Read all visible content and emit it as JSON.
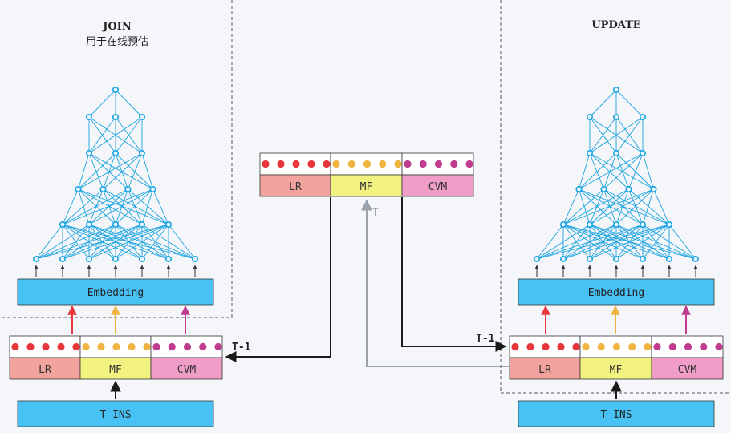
{
  "join": {
    "title": "JOIN",
    "subtitle": "用于在线预估"
  },
  "update": {
    "title": "UPDATE"
  },
  "labels": {
    "embedding": "Embedding",
    "lr": "LR",
    "mf": "MF",
    "cvm": "CVM",
    "tins": "T INS",
    "t_minus_1": "T-1",
    "t": "T"
  },
  "colors": {
    "background": "#f4f6f9",
    "blue": "#48c1f4",
    "net": "#1aa3e0",
    "lr_fill": "#f3a39d",
    "mf_fill": "#f1f280",
    "cvm_fill": "#f09ec8",
    "red_dot": "#e8363a",
    "orange_dot": "#f0b441",
    "purple_dot": "#c03c8f",
    "arrow_dark": "#1a1a1a",
    "arrow_gray": "#9aa3ab"
  }
}
